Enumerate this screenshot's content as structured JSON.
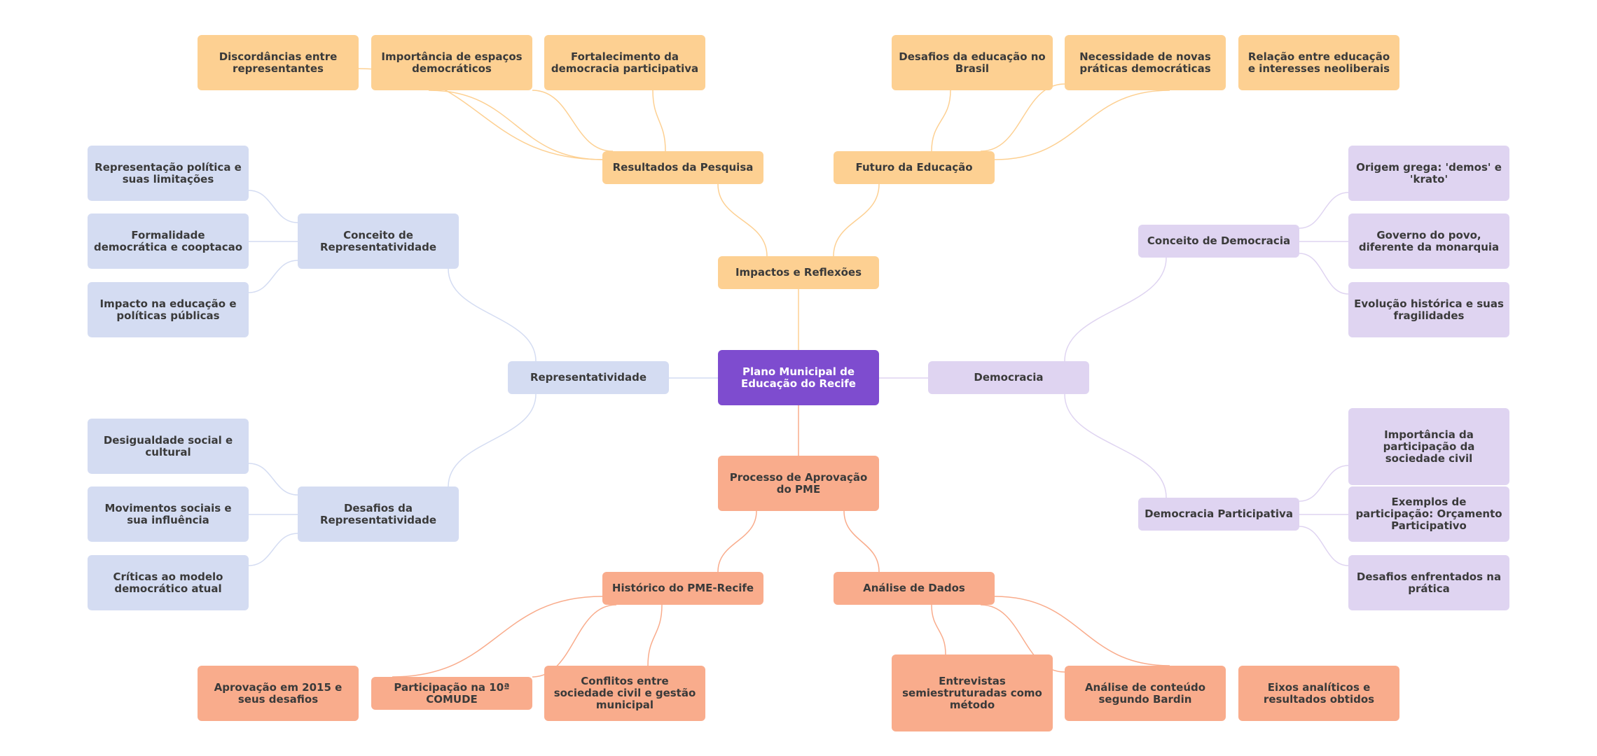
{
  "colors": {
    "center": "#7e4ccf",
    "impacts": "#fdd092",
    "process": "#f9ac8c",
    "representation": "#d4dcf2",
    "democracy": "#dfd4f1",
    "link_orange": "#fdd092",
    "link_salmon": "#f9ac8c",
    "link_blue": "#d4dcf2",
    "link_purple": "#dfd4f1"
  },
  "mindmap": {
    "center": "Plano Municipal de Educação do Recife",
    "impacts": {
      "label": "Impactos e Reflexões",
      "results": {
        "label": "Resultados da Pesquisa",
        "items": [
          "Discordâncias entre representantes",
          "Importância de espaços democráticos",
          "Fortalecimento da democracia participativa"
        ]
      },
      "future": {
        "label": "Futuro da Educação",
        "items": [
          "Desafios da educação no Brasil",
          "Necessidade de novas práticas democráticas",
          "Relação entre educação e interesses neoliberais"
        ]
      }
    },
    "representativity": {
      "label": "Representatividade",
      "concept": {
        "label": "Conceito de Representatividade",
        "items": [
          "Representação política e suas limitações",
          "Formalidade democrática e cooptacao",
          "Impacto na educação e políticas públicas"
        ]
      },
      "challenges": {
        "label": "Desafios da Representatividade",
        "items": [
          "Desigualdade social e cultural",
          "Movimentos sociais e sua influência",
          "Críticas ao modelo democrático atual"
        ]
      }
    },
    "democracy": {
      "label": "Democracia",
      "concept": {
        "label": "Conceito de Democracia",
        "items": [
          "Origem grega: 'demos' e 'krato'",
          "Governo do povo, diferente da monarquia",
          "Evolução histórica e suas fragilidades"
        ]
      },
      "participative": {
        "label": "Democracia Participativa",
        "items": [
          "Importância da participação da sociedade civil",
          "Exemplos de participação: Orçamento Participativo",
          "Desafios enfrentados na prática"
        ]
      }
    },
    "process": {
      "label": "Processo de Aprovação do PME",
      "history": {
        "label": "Histórico do PME-Recife",
        "items": [
          "Aprovação em 2015 e seus desafios",
          "Participação na 10ª COMUDE",
          "Conflitos entre sociedade civil e gestão municipal"
        ]
      },
      "analysis": {
        "label": "Análise de Dados",
        "items": [
          "Entrevistas semiestruturadas como método",
          "Análise de conteúdo segundo Bardin",
          "Eixos analíticos e resultados obtidos"
        ]
      }
    }
  }
}
